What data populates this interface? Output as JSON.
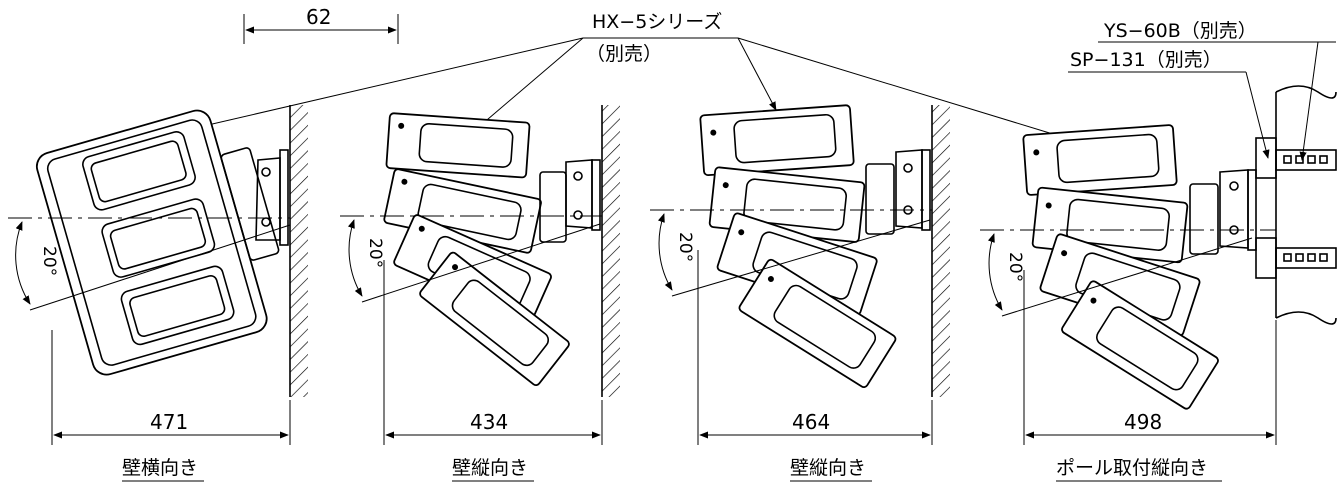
{
  "callouts": {
    "series_name": "HX−5シリーズ",
    "series_note": "（別売）",
    "ys60b": "YS−60B（別売）",
    "sp131": "SP−131（別売）"
  },
  "dimensions": {
    "offset": "62",
    "width_1": "471",
    "width_2": "434",
    "width_3": "464",
    "width_4": "498"
  },
  "angles": {
    "a1": "20°",
    "a2": "20°",
    "a3": "20°",
    "a4": "20°"
  },
  "labels": {
    "view_1": "壁横向き",
    "view_2": "壁縦向き",
    "view_3": "壁縦向き",
    "view_4": "ポール取付縦向き"
  }
}
